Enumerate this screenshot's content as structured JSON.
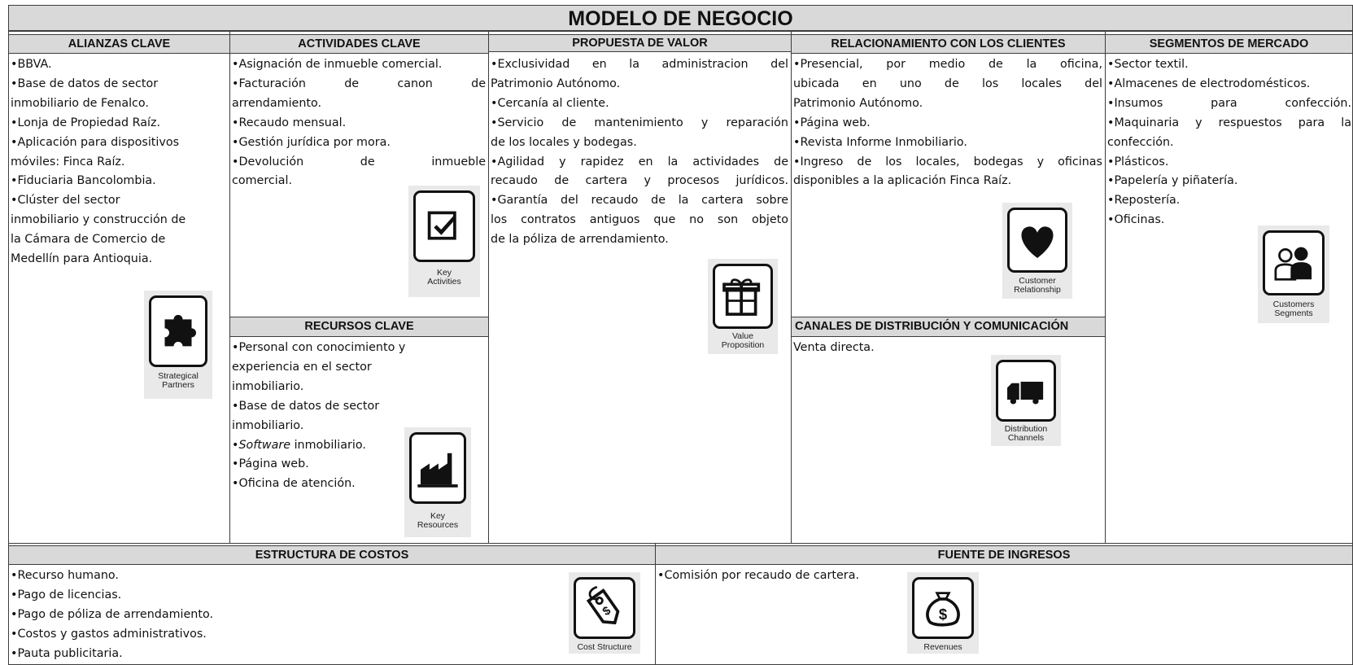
{
  "title": "MODELO DE NEGOCIO",
  "sections": {
    "alianzas": {
      "header": "ALIANZAS CLAVE",
      "items": [
        "BBVA.",
        "Base de datos de sector",
        "inmobiliario de Fenalco.",
        "Lonja de Propiedad Raíz.",
        "Aplicación para dispositivos",
        "móviles: Finca Raíz.",
        "Fiduciaria Bancolombia.",
        "Clúster del sector",
        "inmobiliario y construcción de",
        "la Cámara de Comercio de",
        "Medellín para Antioquia."
      ],
      "icon": "puzzle-icon",
      "icon_caption": "Strategical\nPartners"
    },
    "actividades": {
      "header": "ACTIVIDADES CLAVE",
      "items": [
        "Asignación de inmueble comercial.",
        "Facturación de canon de",
        "arrendamiento.",
        "Recaudo mensual.",
        "Gestión jurídica por mora.",
        "Devolución de inmueble",
        "comercial."
      ],
      "icon": "checkbox-icon",
      "icon_caption": "Key\nActivities"
    },
    "recursos": {
      "header": "RECURSOS CLAVE",
      "items": [
        "Personal con conocimiento y",
        "experiencia en el sector",
        "inmobiliario.",
        "Base de datos de sector",
        "inmobiliario.",
        "Software inmobiliario.",
        "Página web.",
        "Oficina de atención."
      ],
      "icon": "factory-icon",
      "icon_caption": "Key\nResources"
    },
    "propuesta": {
      "header": "PROPUESTA DE VALOR",
      "items": [
        "Exclusividad en la administracion del",
        "Patrimonio Autónomo.",
        "Cercanía al cliente.",
        "Servicio de mantenimiento y reparación",
        "de los locales y bodegas.",
        "Agilidad y rapidez en la actividades de",
        "recaudo de cartera y procesos jurídicos.",
        "Garantía del recaudo de la cartera sobre",
        "los contratos antiguos que no son objeto",
        "de la póliza de arrendamiento."
      ],
      "icon": "gift-icon",
      "icon_caption": "Value\nProposition"
    },
    "relacionamiento": {
      "header": "RELACIONAMIENTO CON LOS CLIENTES",
      "items": [
        "Presencial, por medio de la oficina,",
        "ubicada en uno de los locales del",
        "Patrimonio Autónomo.",
        "Página web.",
        "Revista Informe Inmobiliario.",
        "Ingreso de los locales, bodegas y oficinas",
        "disponibles a la aplicación Finca Raíz."
      ],
      "icon": "heart-icon",
      "icon_caption": "Customer\nRelationship"
    },
    "canales": {
      "header": "CANALES DE DISTRIBUCIÓN Y COMUNICACIÓN",
      "items": [
        "Venta directa."
      ],
      "icon": "truck-icon",
      "icon_caption": "Distribution\nChannels"
    },
    "segmentos": {
      "header": "SEGMENTOS DE MERCADO",
      "items": [
        "Sector textil.",
        "Almacenes de electrodomésticos.",
        "Insumos para confección.",
        "Maquinaria y respuestos para la",
        "confección.",
        "Plásticos.",
        "Papelería y piñatería.",
        "Repostería.",
        "Oficinas."
      ],
      "icon": "customers-icon",
      "icon_caption": "Customers\nSegments"
    },
    "costos": {
      "header": "ESTRUCTURA DE COSTOS",
      "items": [
        "Recurso humano.",
        "Pago de licencias.",
        "Pago de póliza de arrendamiento.",
        "Costos y gastos administrativos.",
        "Pauta publicitaria."
      ],
      "icon": "price-tag-icon",
      "icon_caption": "Cost Structure"
    },
    "ingresos": {
      "header": "FUENTE DE INGRESOS",
      "items": [
        "Comisión por recaudo de cartera."
      ],
      "icon": "money-bag-icon",
      "icon_caption": "Revenues"
    }
  }
}
